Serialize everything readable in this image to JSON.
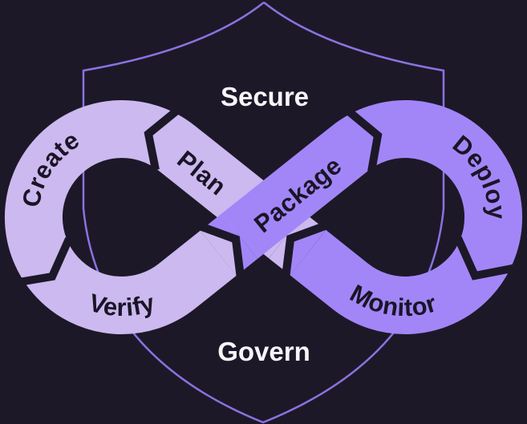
{
  "titles": {
    "top": "Secure",
    "bottom": "Govern"
  },
  "segments": {
    "create": "Create",
    "plan": "Plan",
    "package": "Package",
    "verify": "Verify",
    "deploy": "Deploy",
    "monitor": "Monitor"
  },
  "colors": {
    "background": "#1d1828",
    "loop_light": "#ccb9ef",
    "loop_bright": "#a286f8",
    "band_label": "#1a1526",
    "title_text": "#f7f5fa",
    "shield_outline": "#8b72e0"
  }
}
